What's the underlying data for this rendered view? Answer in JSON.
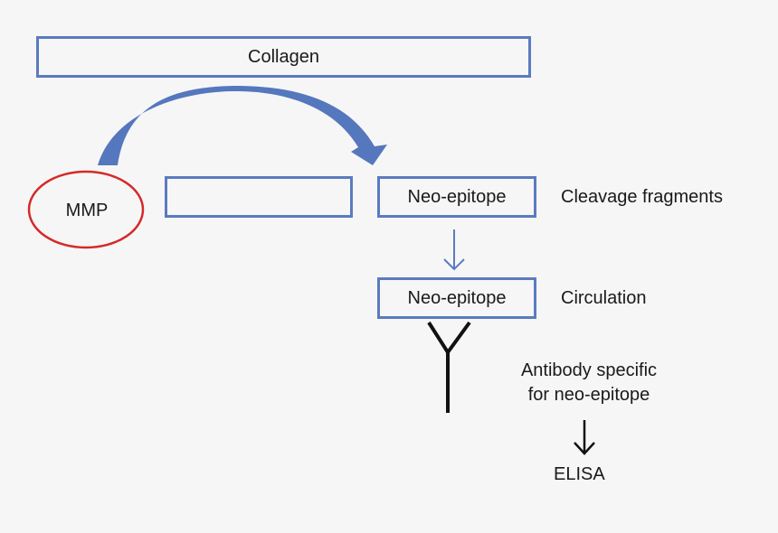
{
  "diagram": {
    "collagen": "Collagen",
    "enzyme": "MMP",
    "fragment_box_empty": "",
    "neo_epitope_fragment": "Neo-epitope",
    "neo_epitope_circulating": "Neo-epitope",
    "stage_labels": {
      "cleavage": "Cleavage fragments",
      "circulation": "Circulation",
      "antibody_line1": "Antibody specific",
      "antibody_line2": "for neo-epitope",
      "assay": "ELISA"
    },
    "colors": {
      "box_border": "#5a7bbf",
      "arrow_fill": "#5577bd",
      "enzyme_outline": "#d42a2a",
      "antibody": "#111111",
      "background": "#f6f6f6"
    },
    "icons": {
      "cleave_arrow": "curved-arrow-icon",
      "flow_arrow": "down-arrow-icon",
      "antibody": "y-antibody-icon",
      "assay_arrow": "down-arrow-icon"
    }
  }
}
